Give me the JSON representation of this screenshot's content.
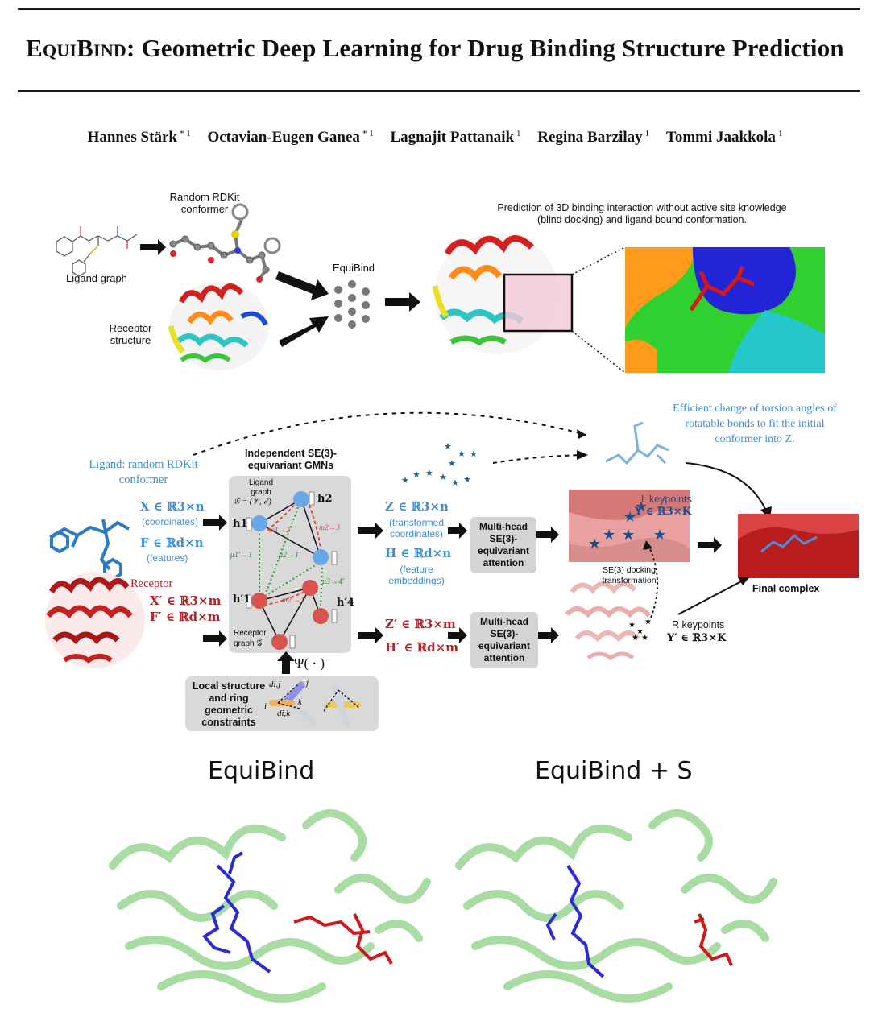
{
  "paper": {
    "title_main": "EquiBind",
    "title_rest": ": Geometric Deep Learning for Drug Binding Structure Prediction",
    "authors": [
      {
        "name": "Hannes Stärk",
        "aff": "* 1"
      },
      {
        "name": "Octavian-Eugen Ganea",
        "aff": "* 1"
      },
      {
        "name": "Lagnajit Pattanaik",
        "aff": "1"
      },
      {
        "name": "Regina Barzilay",
        "aff": "1"
      },
      {
        "name": "Tommi Jaakkola",
        "aff": "1"
      }
    ]
  },
  "top_figure": {
    "random_conformer": "Random RDKit conformer",
    "ligand_graph": "Ligand graph",
    "receptor_structure": "Receptor structure",
    "equibind": "EquiBind",
    "prediction_caption": "Prediction of 3D binding interaction without active site knowledge (blind docking) and ligand bound conformation."
  },
  "mid_figure": {
    "ligand_label": "Ligand: random RDKit conformer",
    "x_eq": "X ∈ ℝ3×n",
    "x_desc": "(coordinates)",
    "f_eq": "F ∈ ℝd×n",
    "f_desc": "(features)",
    "receptor_label": "Receptor",
    "xp_eq": "X′ ∈ ℝ3×m",
    "fp_eq": "F′ ∈ ℝd×m",
    "gmn_title": "Independent SE(3)-equivariant GMNs",
    "ligand_graph": "Ligand graph",
    "ligand_graph_sym": "𝒢 = (𝒱, ℰ)",
    "receptor_graph": "Receptor graph 𝒢′",
    "psi": "Ψ( · )",
    "local_structure": "Local structure and ring geometric constraints",
    "z_eq": "Z ∈ ℝ3×n",
    "z_desc": "(transformed coordinates)",
    "h_eq": "H ∈ ℝd×n",
    "h_desc": "(feature embeddings)",
    "zp_eq": "Z′ ∈ ℝ3×m",
    "hp_eq": "H′ ∈ ℝd×m",
    "attention_1": "Multi-head SE(3)- equivariant attention",
    "attention_2": "Multi-head SE(3)- equivariant attention",
    "torsion_note": "Efficient change of torsion angles of rotatable bonds to fit the initial conformer into Z.",
    "l_keypoints": "L keypoints",
    "y_eq": "Y ∈ ℝ3×K",
    "r_keypoints": "R keypoints",
    "yp_eq": "Y′ ∈ ℝ3×K",
    "docking": "SE(3) docking transformation",
    "final_complex": "Final complex",
    "node_h1": "h1",
    "node_h2": "h2",
    "node_h1p": "h′1",
    "node_h4p": "h′4",
    "msg_12": "m1→2",
    "msg_23": "m2→3",
    "msg_21p": "m2′→1′",
    "mu_11": "μ1′→1",
    "mu_21": "μ2→1′",
    "mu_34": "μ3→4′",
    "d_ij": "di,j",
    "d_ik": "di,k",
    "idx_i": "i",
    "idx_j": "j",
    "idx_k": "k"
  },
  "bottom_figure": {
    "left_label": "EquiBind",
    "right_label": "EquiBind + S"
  },
  "colors": {
    "ligand_blue": "#3b8ed8",
    "receptor_red": "#b3242a",
    "protein_green": "#9fd99a",
    "pred_blue": "#2a2ad6",
    "pred_red": "#d01818"
  }
}
